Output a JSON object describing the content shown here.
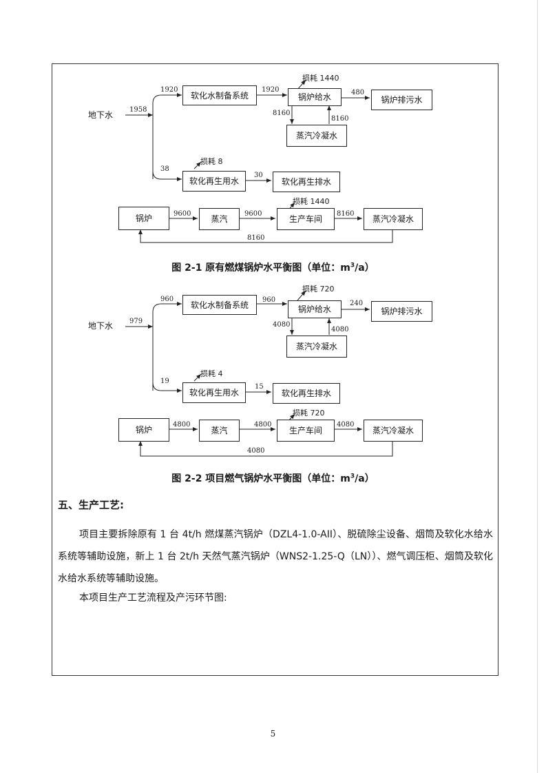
{
  "diagram1": {
    "source": "地下水",
    "boxes": {
      "softener": "软化水制备系统",
      "feed": "锅炉给水",
      "blowdown": "锅炉排污水",
      "condensate": "蒸汽冷凝水",
      "regen_use": "软化再生用水",
      "regen_drain": "软化再生排水",
      "boiler": "锅炉",
      "steam": "蒸汽",
      "workshop": "生产车间",
      "condensate2": "蒸汽冷凝水"
    },
    "flows": {
      "in": "1958",
      "to_softener": "1920",
      "softener_to_feed": "1920",
      "feed_to_blowdown": "480",
      "feed_down": "8160",
      "cond_up": "8160",
      "to_regen": "38",
      "regen_out": "30",
      "boiler_steam": "9600",
      "steam_workshop": "9600",
      "workshop_cond": "8160",
      "return": "8160"
    },
    "losses": {
      "feed": "损耗 1440",
      "regen": "损耗 8",
      "workshop": "损耗 1440"
    },
    "caption": "图 2-1  原有燃煤锅炉水平衡图（单位：m",
    "caption_sup": "3",
    "caption_tail": "/a）"
  },
  "diagram2": {
    "source": "地下水",
    "boxes": {
      "softener": "软化水制备系统",
      "feed": "锅炉给水",
      "blowdown": "锅炉排污水",
      "condensate": "蒸汽冷凝水",
      "regen_use": "软化再生用水",
      "regen_drain": "软化再生排水",
      "boiler": "锅炉",
      "steam": "蒸汽",
      "workshop": "生产车间",
      "condensate2": "蒸汽冷凝水"
    },
    "flows": {
      "in": "979",
      "to_softener": "960",
      "softener_to_feed": "960",
      "feed_to_blowdown": "240",
      "feed_down": "4080",
      "cond_up": "4080",
      "to_regen": "19",
      "regen_out": "15",
      "boiler_steam": "4800",
      "steam_workshop": "4800",
      "workshop_cond": "4080",
      "return": "4080"
    },
    "losses": {
      "feed": "损耗 720",
      "regen": "损耗 4",
      "workshop": "损耗 720"
    },
    "caption": "图 2-2  项目燃气锅炉水平衡图（单位：m",
    "caption_sup": "3",
    "caption_tail": "/a）"
  },
  "section": {
    "heading": "五、生产工艺:",
    "paragraph": "项目主要拆除原有 1 台 4t/h 燃煤蒸汽锅炉（DZL4-1.0-AII）、脱硫除尘设备、烟筒及软化水给水系统等辅助设施，新上 1 台 2t/h 天然气蒸汽锅炉（WNS2-1.25-Q（LN））、燃气调压柜、烟筒及软化水给水系统等辅助设施。",
    "paragraph2": "本项目生产工艺流程及产污环节图:"
  },
  "page_number": "5"
}
